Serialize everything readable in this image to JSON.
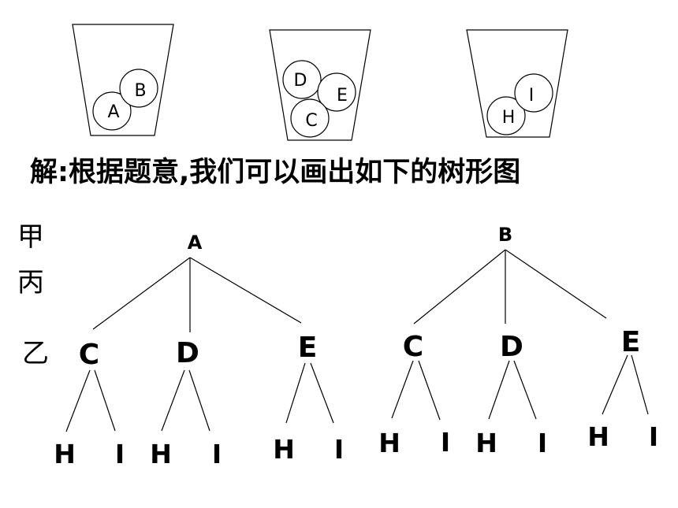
{
  "cups": [
    {
      "balls": [
        "A",
        "B"
      ]
    },
    {
      "balls": [
        "D",
        "E",
        "C"
      ]
    },
    {
      "balls": [
        "H",
        "I"
      ]
    }
  ],
  "title": "解:根据题意,我们可以画出如下的树形图",
  "side_labels": [
    "甲",
    "丙",
    "乙"
  ],
  "trees": [
    {
      "root": "A",
      "children": [
        {
          "label": "C",
          "leaves": [
            "H",
            "I"
          ]
        },
        {
          "label": "D",
          "leaves": [
            "H",
            "I"
          ]
        },
        {
          "label": "E",
          "leaves": [
            "H",
            "I"
          ]
        }
      ]
    },
    {
      "root": "B",
      "children": [
        {
          "label": "C",
          "leaves": [
            "H",
            "I"
          ]
        },
        {
          "label": "D",
          "leaves": [
            "H",
            "I"
          ]
        },
        {
          "label": "E",
          "leaves": [
            "H",
            "I"
          ]
        }
      ]
    }
  ]
}
